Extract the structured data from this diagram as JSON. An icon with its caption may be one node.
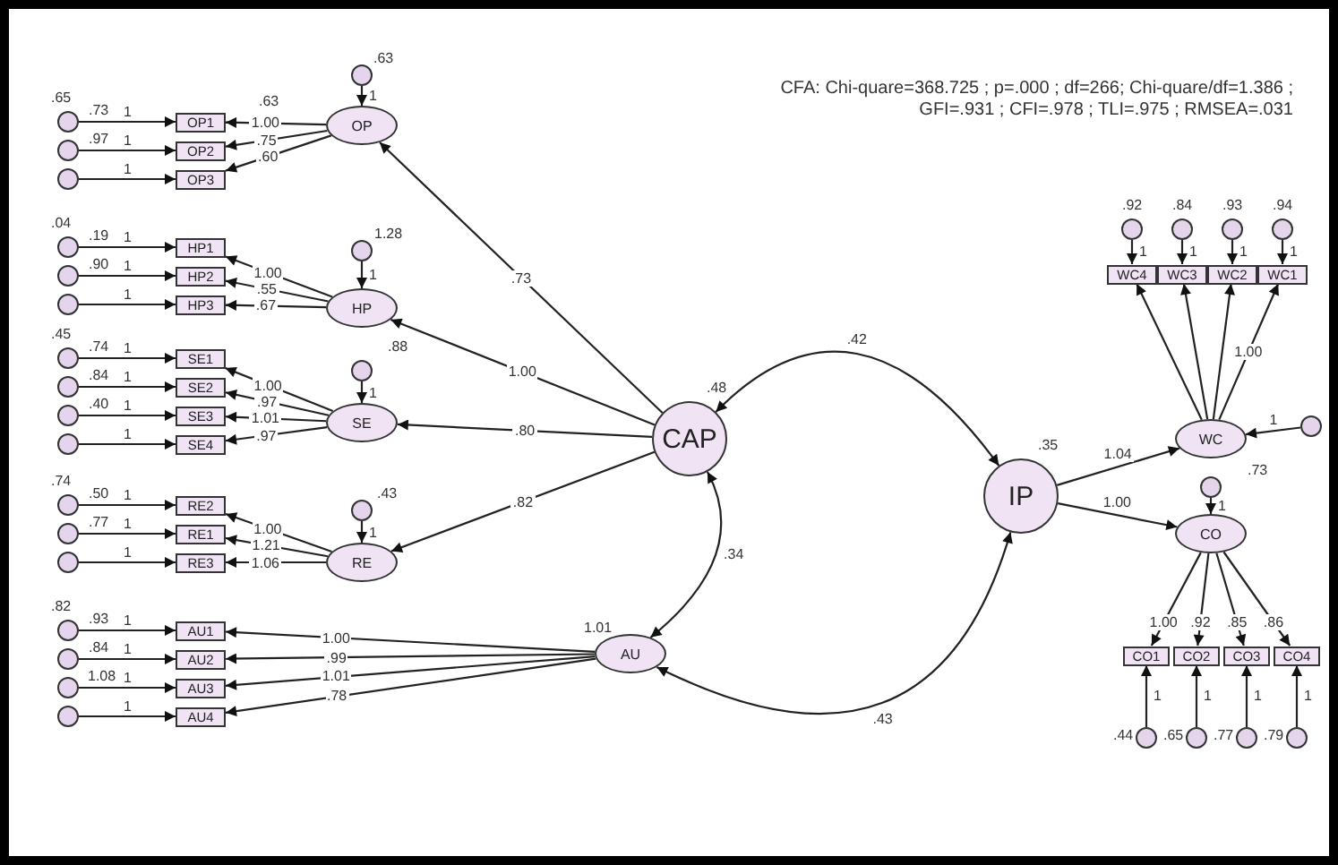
{
  "diagram": {
    "nodes": [
      {
        "text": [],
        "shape": "circle"
      },
      {
        "text": [],
        "shape": "circle"
      },
      {
        "text": [],
        "shape": "circle"
      },
      {
        "text": [
          "OP1"
        ]
      },
      {
        "text": [
          "OP2"
        ]
      },
      {
        "text": [
          "OP3"
        ]
      },
      {
        "text": [],
        "shape": "circle"
      },
      {
        "text": [
          "OP"
        ]
      },
      {
        "text": [],
        "shape": "circle"
      },
      {
        "text": [],
        "shape": "circle"
      },
      {
        "text": [],
        "shape": "circle"
      },
      {
        "text": [
          "HP1"
        ]
      },
      {
        "text": [
          "HP2"
        ]
      },
      {
        "text": [
          "HP3"
        ]
      },
      {
        "text": [],
        "shape": "circle"
      },
      {
        "text": [
          "HP"
        ]
      },
      {
        "text": [],
        "shape": "circle"
      },
      {
        "text": [],
        "shape": "circle"
      },
      {
        "text": [],
        "shape": "circle"
      },
      {
        "text": [],
        "shape": "circle"
      },
      {
        "text": [
          "SE1"
        ]
      },
      {
        "text": [
          "SE2"
        ]
      },
      {
        "text": [
          "SE3"
        ]
      },
      {
        "text": [
          "SE4"
        ]
      },
      {
        "text": [],
        "shape": "circle"
      },
      {
        "text": [
          "SE"
        ]
      },
      {
        "text": [],
        "shape": "circle"
      },
      {
        "text": [],
        "shape": "circle"
      },
      {
        "text": [],
        "shape": "circle"
      },
      {
        "text": [
          "RE2"
        ]
      },
      {
        "text": [
          "RE1"
        ]
      },
      {
        "text": [
          "RE3"
        ]
      },
      {
        "text": [],
        "shape": "circle"
      },
      {
        "text": [
          "RE"
        ]
      },
      {
        "text": [],
        "shape": "circle"
      },
      {
        "text": [],
        "shape": "circle"
      },
      {
        "text": [],
        "shape": "circle"
      },
      {
        "text": [],
        "shape": "circle"
      },
      {
        "text": [
          "AU1"
        ]
      },
      {
        "text": [
          "AU2"
        ]
      },
      {
        "text": [
          "AU3"
        ]
      },
      {
        "text": [
          "AU4"
        ]
      },
      {
        "text": [
          "AU"
        ]
      },
      {
        "text": [
          "CAP"
        ]
      },
      {
        "text": [
          "IP"
        ]
      },
      {
        "text": [],
        "shape": "circle"
      },
      {
        "text": [],
        "shape": "circle"
      },
      {
        "text": [],
        "shape": "circle"
      },
      {
        "text": [],
        "shape": "circle"
      },
      {
        "text": [
          "WC4"
        ]
      },
      {
        "text": [
          "WC3"
        ]
      },
      {
        "text": [
          "WC2"
        ]
      },
      {
        "text": [
          "WC1"
        ]
      },
      {
        "text": [],
        "shape": "circle"
      },
      {
        "text": [
          "WC"
        ]
      },
      {
        "text": [],
        "shape": "circle"
      },
      {
        "text": [
          "CO"
        ]
      },
      {
        "text": [
          "CO1"
        ]
      },
      {
        "text": [
          "CO2"
        ]
      },
      {
        "text": [
          "CO3"
        ]
      },
      {
        "text": [
          "CO4"
        ]
      },
      {
        "text": [],
        "shape": "circle"
      },
      {
        "text": [],
        "shape": "circle"
      },
      {
        "text": [],
        "shape": "circle"
      },
      {
        "text": [],
        "shape": "circle"
      }
    ],
    "edges": [
      {
        "from": 0,
        "to": 3,
        "arrow": "to",
        "label": "1"
      },
      {
        "from": 1,
        "to": 4,
        "arrow": "to",
        "label": "1"
      },
      {
        "from": 2,
        "to": 5,
        "arrow": "to",
        "label": "1"
      },
      {
        "from": 7,
        "to": 3,
        "arrow": "to",
        "label": "1.00"
      },
      {
        "from": 7,
        "to": 4,
        "arrow": "to",
        "label": ".75"
      },
      {
        "from": 7,
        "to": 5,
        "arrow": "to",
        "label": ".60"
      },
      {
        "from": 6,
        "to": 7,
        "arrow": "to",
        "label": "1"
      },
      {
        "from": 8,
        "to": 11,
        "arrow": "to",
        "label": "1"
      },
      {
        "from": 9,
        "to": 12,
        "arrow": "to",
        "label": "1"
      },
      {
        "from": 10,
        "to": 13,
        "arrow": "to",
        "label": "1"
      },
      {
        "from": 15,
        "to": 11,
        "arrow": "to",
        "label": "1.00"
      },
      {
        "from": 15,
        "to": 12,
        "arrow": "to",
        "label": ".55"
      },
      {
        "from": 15,
        "to": 13,
        "arrow": "to",
        "label": ".67"
      },
      {
        "from": 14,
        "to": 15,
        "arrow": "to",
        "label": "1"
      },
      {
        "from": 16,
        "to": 20,
        "arrow": "to",
        "label": "1"
      },
      {
        "from": 17,
        "to": 21,
        "arrow": "to",
        "label": "1"
      },
      {
        "from": 18,
        "to": 22,
        "arrow": "to",
        "label": "1"
      },
      {
        "from": 19,
        "to": 23,
        "arrow": "to",
        "label": "1"
      },
      {
        "from": 25,
        "to": 20,
        "arrow": "to",
        "label": "1.00"
      },
      {
        "from": 25,
        "to": 21,
        "arrow": "to",
        "label": ".97"
      },
      {
        "from": 25,
        "to": 22,
        "arrow": "to",
        "label": "1.01"
      },
      {
        "from": 25,
        "to": 23,
        "arrow": "to",
        "label": ".97"
      },
      {
        "from": 24,
        "to": 25,
        "arrow": "to",
        "label": "1"
      },
      {
        "from": 26,
        "to": 29,
        "arrow": "to",
        "label": "1"
      },
      {
        "from": 27,
        "to": 30,
        "arrow": "to",
        "label": "1"
      },
      {
        "from": 28,
        "to": 31,
        "arrow": "to",
        "label": "1"
      },
      {
        "from": 33,
        "to": 29,
        "arrow": "to",
        "label": "1.00"
      },
      {
        "from": 33,
        "to": 30,
        "arrow": "to",
        "label": "1.21"
      },
      {
        "from": 33,
        "to": 31,
        "arrow": "to",
        "label": "1.06"
      },
      {
        "from": 32,
        "to": 33,
        "arrow": "to",
        "label": "1"
      },
      {
        "from": 34,
        "to": 38,
        "arrow": "to",
        "label": "1"
      },
      {
        "from": 35,
        "to": 39,
        "arrow": "to",
        "label": "1"
      },
      {
        "from": 36,
        "to": 40,
        "arrow": "to",
        "label": "1"
      },
      {
        "from": 37,
        "to": 41,
        "arrow": "to",
        "label": "1"
      },
      {
        "from": 42,
        "to": 38,
        "arrow": "to",
        "label": "1.00"
      },
      {
        "from": 42,
        "to": 39,
        "arrow": "to",
        "label": ".99"
      },
      {
        "from": 42,
        "to": 40,
        "arrow": "to",
        "label": "1.01"
      },
      {
        "from": 42,
        "to": 41,
        "arrow": "to",
        "label": ".78"
      },
      {
        "from": 43,
        "to": 7,
        "arrow": "to",
        "label": ".73"
      },
      {
        "from": 43,
        "to": 15,
        "arrow": "to",
        "label": "1.00"
      },
      {
        "from": 43,
        "to": 25,
        "arrow": "to",
        "label": ".80"
      },
      {
        "from": 43,
        "to": 33,
        "arrow": "to",
        "label": ".82"
      },
      {
        "from": 43,
        "to": 44,
        "arrow": "both",
        "label": ".42"
      },
      {
        "from": 42,
        "to": 43,
        "arrow": "both",
        "label": ".34"
      },
      {
        "from": 42,
        "to": 44,
        "arrow": "both",
        "label": ".43"
      },
      {
        "from": 44,
        "to": 54,
        "arrow": "to",
        "label": "1.04"
      },
      {
        "from": 44,
        "to": 56,
        "arrow": "to",
        "label": "1.00"
      },
      {
        "from": 45,
        "to": 49,
        "arrow": "to",
        "label": "1"
      },
      {
        "from": 46,
        "to": 50,
        "arrow": "to",
        "label": "1"
      },
      {
        "from": 47,
        "to": 51,
        "arrow": "to",
        "label": "1"
      },
      {
        "from": 48,
        "to": 52,
        "arrow": "to",
        "label": "1"
      },
      {
        "from": 54,
        "to": 49,
        "arrow": "to"
      },
      {
        "from": 54,
        "to": 50,
        "arrow": "to"
      },
      {
        "from": 54,
        "to": 51,
        "arrow": "to"
      },
      {
        "from": 54,
        "to": 52,
        "arrow": "to",
        "label": "1.00"
      },
      {
        "from": 53,
        "to": 54,
        "arrow": "to",
        "label": "1"
      },
      {
        "from": 55,
        "to": 56,
        "arrow": "to",
        "label": "1"
      },
      {
        "from": 56,
        "to": 57,
        "arrow": "to",
        "label": "1.00"
      },
      {
        "from": 56,
        "to": 58,
        "arrow": "to",
        "label": ".92"
      },
      {
        "from": 56,
        "to": 59,
        "arrow": "to",
        "label": ".85"
      },
      {
        "from": 56,
        "to": 60,
        "arrow": "to",
        "label": ".86"
      },
      {
        "from": 61,
        "to": 57,
        "arrow": "to",
        "label": "1"
      },
      {
        "from": 62,
        "to": 58,
        "arrow": "to",
        "label": "1"
      },
      {
        "from": 63,
        "to": 59,
        "arrow": "to",
        "label": "1"
      },
      {
        "from": 64,
        "to": 60,
        "arrow": "to",
        "label": "1"
      }
    ],
    "labels": [
      "CFA: Chi-quare=368.725 ; p=.000 ; df=266; Chi-quare/df=1.386 ; GFI=.931 ; CFI=.978 ; TLI=.975 ; RMSEA=.031",
      ".63",
      ".65",
      ".73",
      ".97",
      ".63",
      "1.28",
      ".04",
      ".19",
      ".90",
      ".88",
      ".45",
      ".74",
      ".84",
      ".40",
      ".43",
      ".74",
      ".50",
      ".77",
      ".82",
      ".93",
      ".84",
      "1.08",
      ".48",
      ".35",
      "1.01",
      ".92",
      ".84",
      ".93",
      ".94",
      ".73",
      ".44",
      ".65",
      ".77",
      ".79"
    ]
  }
}
